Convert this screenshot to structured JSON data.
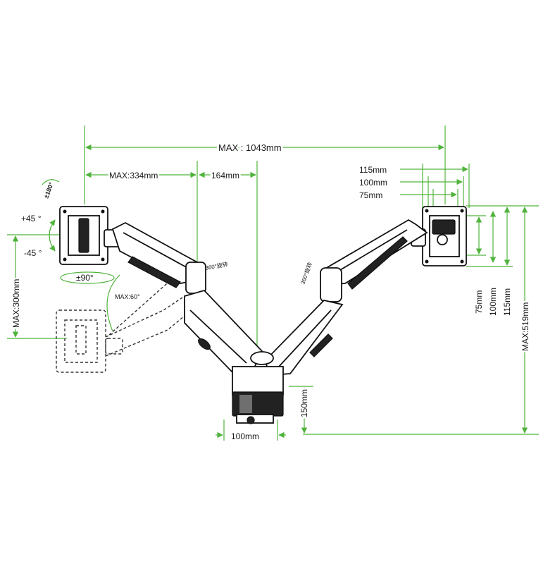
{
  "dimensions": {
    "max_total_width": "MAX : 1043mm",
    "max_arm_reach": "MAX:334mm",
    "center_offset": "164mm",
    "vesa_115": "115mm",
    "vesa_100": "100mm",
    "vesa_75": "75mm",
    "vesa_v75": "75mm",
    "vesa_v100": "100mm",
    "vesa_v115": "115mm",
    "max_height": "MAX:519mm",
    "max_vertical_travel": "MAX:300mm",
    "base_height": "150mm",
    "base_width": "100mm"
  },
  "rotation": {
    "rotate": "±180°",
    "tilt_up": "+45 °",
    "tilt_down": "-45 °",
    "swivel": "±90°",
    "arm_swing": "MAX:60°",
    "joint_left": "360°旋转",
    "joint_right": "360°旋转"
  },
  "colors": {
    "dimension_line": "#4fb33b",
    "ink": "#111111"
  }
}
